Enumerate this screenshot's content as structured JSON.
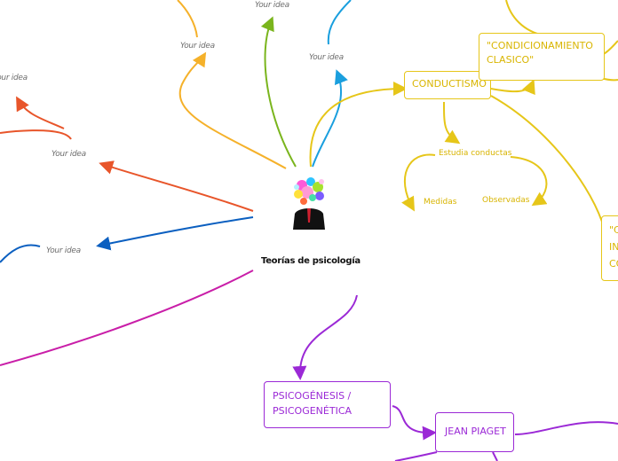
{
  "center": {
    "title": "Teorías de psicología"
  },
  "ideas": {
    "a": "Your idea",
    "b": "Your idea",
    "c": "Your idea",
    "d": "Your idea",
    "e": "Your idea",
    "f": "Your idea"
  },
  "conductismo": {
    "label": "CONDUCTISMO",
    "estudia": "Estudia conductas",
    "medidas": "Medidas",
    "observadas": "Observadas"
  },
  "condicionamiento": {
    "label": "\"CONDICIONAMIENTO CLASICO\""
  },
  "cutoff": {
    "line1": "\"C",
    "line2": "IN",
    "line3": "CO"
  },
  "psicogenesis": {
    "label": "PSICOGÉNESIS / PSICOGENÉTICA"
  },
  "piaget": {
    "label": "JEAN PIAGET"
  },
  "colors": {
    "yellow": "#e6c619",
    "orange": "#f5b12a",
    "green": "#7ab51d",
    "cyan": "#1a9fde",
    "red": "#e8552a",
    "blue": "#0b5fc0",
    "magenta": "#c91ea8",
    "purple": "#9b29d6"
  }
}
